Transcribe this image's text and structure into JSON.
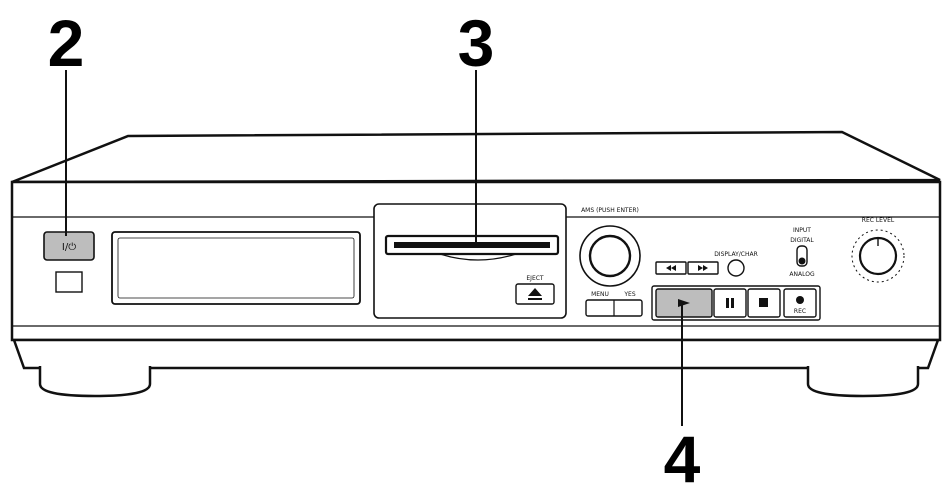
{
  "callouts": {
    "power": "2",
    "disc_slot": "3",
    "play": "4"
  },
  "labels": {
    "power_button": "I/⏻",
    "eject": "EJECT",
    "ams": "AMS (PUSH ENTER)",
    "display_char": "DISPLAY/CHAR",
    "input": "INPUT",
    "input_digital": "DIGITAL",
    "input_analog": "ANALOG",
    "rec_level": "REC LEVEL",
    "rec": "REC",
    "menu": "MENU",
    "yes": "YES"
  },
  "colors": {
    "line": "#111111",
    "body_fill": "#ffffff",
    "highlight": "#bdbdbd"
  },
  "icons": {
    "play": "play-icon",
    "pause": "pause-icon",
    "stop": "stop-icon",
    "record": "record-icon",
    "eject": "eject-icon"
  }
}
